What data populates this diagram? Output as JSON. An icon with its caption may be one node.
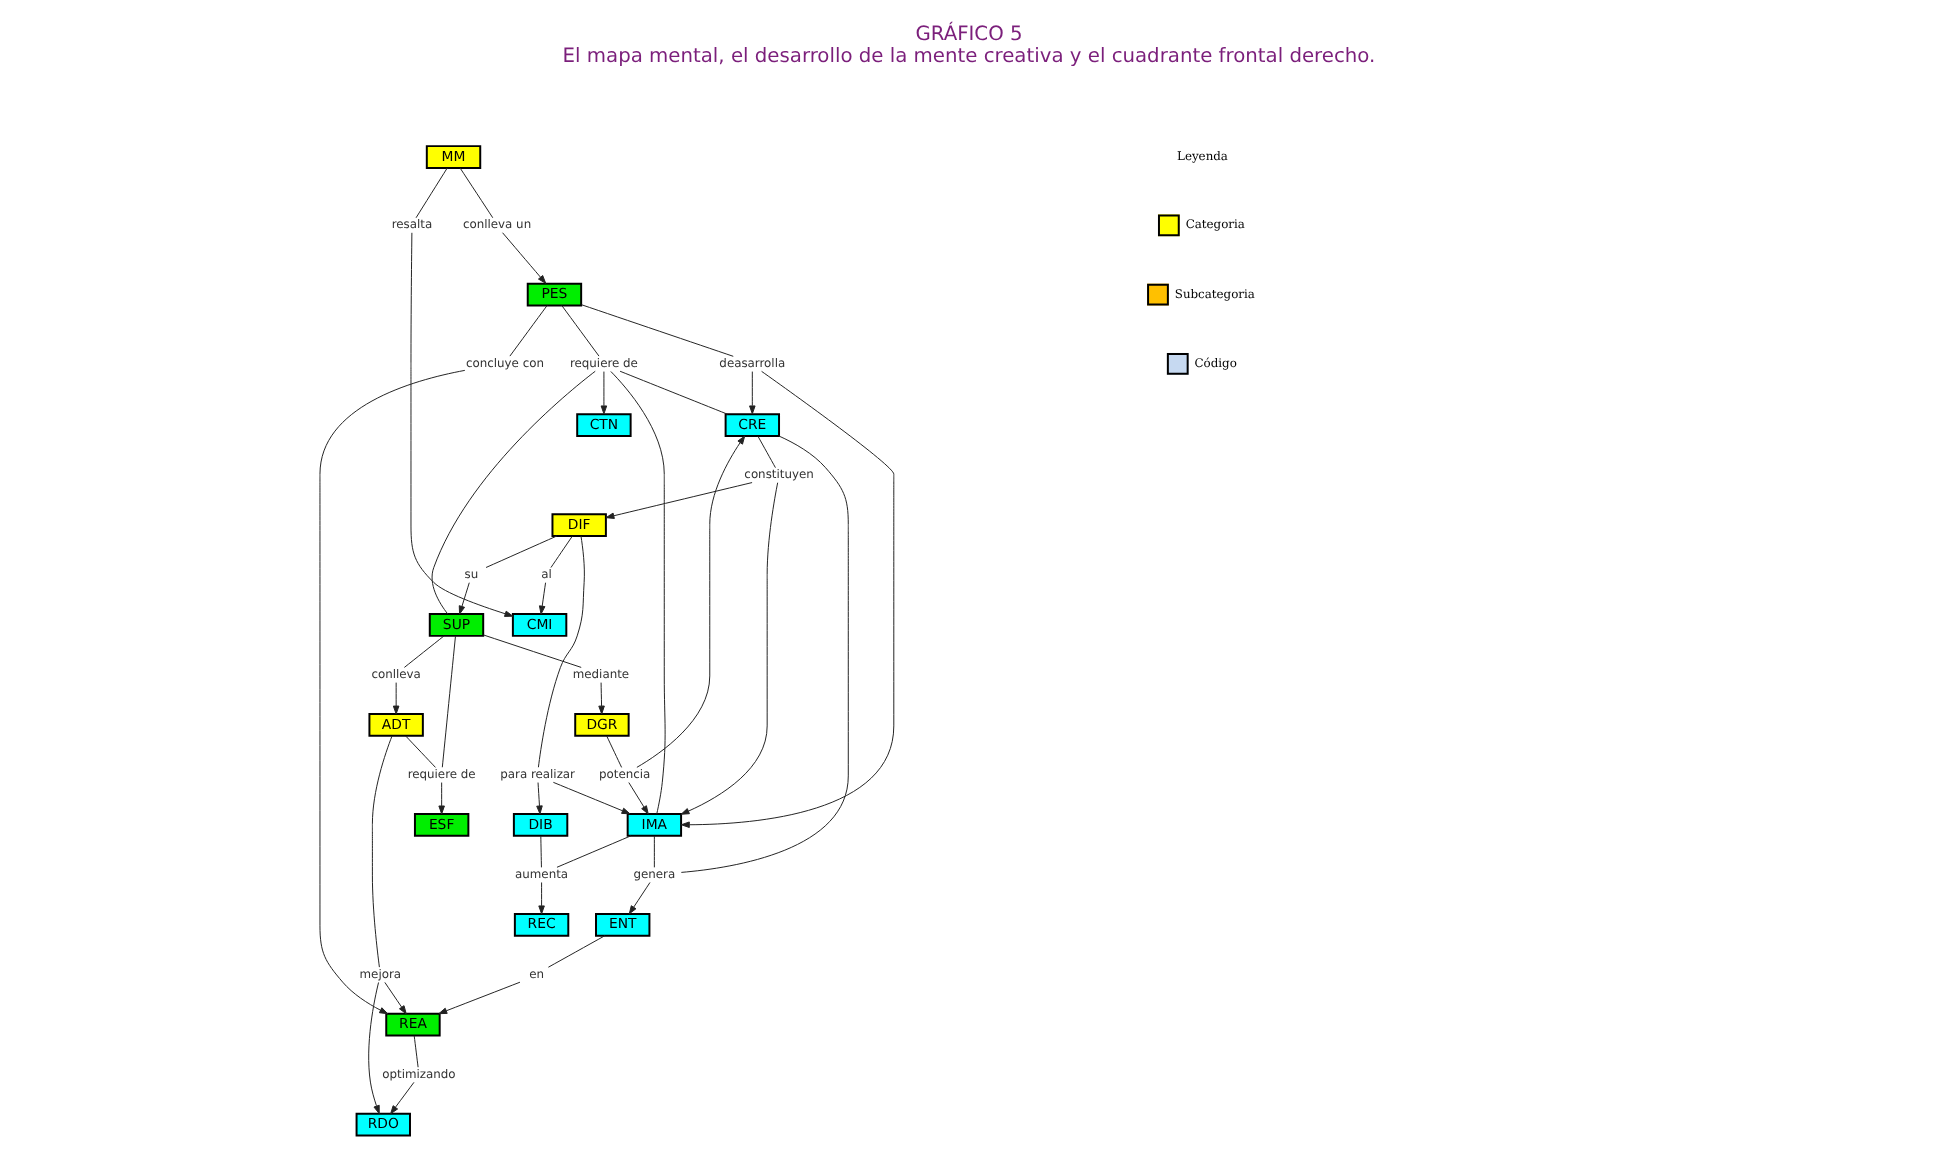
{
  "diagram": {
    "title": "GRÁFICO 5",
    "caption": "El mapa mental, el desarrollo de la mente creativa y el cuadrante frontal derecho.",
    "nodes": [
      {
        "text": [
          "MM"
        ]
      },
      {
        "text": [
          "resalta"
        ]
      },
      {
        "text": [
          "conlleva un"
        ]
      },
      {
        "text": [
          "CMI"
        ]
      },
      {
        "text": [
          "requiere de"
        ]
      },
      {
        "text": [
          "PES"
        ]
      },
      {
        "text": [
          "CTN"
        ]
      },
      {
        "text": [
          "concluye con"
        ]
      },
      {
        "text": [
          "DIB"
        ]
      },
      {
        "text": [
          "CRE"
        ]
      },
      {
        "text": [
          "deasarrolla"
        ]
      },
      {
        "text": [
          "REA"
        ]
      },
      {
        "text": [
          "para realizar"
        ]
      },
      {
        "text": [
          "al"
        ]
      },
      {
        "text": [
          "constituyen"
        ]
      },
      {
        "text": [
          "IMA"
        ]
      },
      {
        "text": [
          "aumenta"
        ]
      },
      {
        "text": [
          "optimizando"
        ]
      },
      {
        "text": [
          "REC"
        ]
      },
      {
        "text": [
          "DIF"
        ]
      },
      {
        "text": [
          "potencia"
        ]
      },
      {
        "text": [
          "RDO"
        ]
      },
      {
        "text": [
          "su"
        ]
      },
      {
        "text": [
          "en"
        ]
      },
      {
        "text": [
          "genera"
        ]
      },
      {
        "text": [
          "ENT"
        ]
      },
      {
        "text": [
          "SUP"
        ]
      },
      {
        "text": [
          "mejora"
        ]
      },
      {
        "text": [
          "conlleva"
        ]
      },
      {
        "text": [
          "mediante"
        ]
      },
      {
        "text": [
          "ADT"
        ]
      },
      {
        "text": [
          "DGR"
        ]
      },
      {
        "text": [
          "requiere de"
        ]
      },
      {
        "text": [
          "ESF"
        ]
      }
    ],
    "edges": [
      {
        "from": 0,
        "to": 1,
        "arrow": "none"
      },
      {
        "from": 1,
        "to": 3,
        "arrow": "to"
      },
      {
        "from": 0,
        "to": 2,
        "arrow": "none"
      },
      {
        "from": 2,
        "to": 5,
        "arrow": "to"
      },
      {
        "from": 5,
        "to": 4,
        "arrow": "none"
      },
      {
        "from": 26,
        "to": 4,
        "arrow": "none"
      },
      {
        "from": 4,
        "to": 6,
        "arrow": "to"
      },
      {
        "from": 4,
        "to": 9,
        "arrow": "none"
      },
      {
        "from": 4,
        "to": 15,
        "arrow": "none"
      },
      {
        "from": 5,
        "to": 7,
        "arrow": "none"
      },
      {
        "from": 7,
        "to": 11,
        "arrow": "to"
      },
      {
        "from": 5,
        "to": 10,
        "arrow": "none"
      },
      {
        "from": 10,
        "to": 9,
        "arrow": "to"
      },
      {
        "from": 10,
        "to": 15,
        "arrow": "to"
      },
      {
        "from": 19,
        "to": 12,
        "arrow": "none"
      },
      {
        "from": 12,
        "to": 8,
        "arrow": "to"
      },
      {
        "from": 12,
        "to": 15,
        "arrow": "to"
      },
      {
        "from": 19,
        "to": 13,
        "arrow": "none"
      },
      {
        "from": 13,
        "to": 3,
        "arrow": "to"
      },
      {
        "from": 9,
        "to": 14,
        "arrow": "none"
      },
      {
        "from": 14,
        "to": 19,
        "arrow": "to"
      },
      {
        "from": 14,
        "to": 15,
        "arrow": "to"
      },
      {
        "from": 8,
        "to": 16,
        "arrow": "none"
      },
      {
        "from": 15,
        "to": 16,
        "arrow": "none"
      },
      {
        "from": 16,
        "to": 18,
        "arrow": "to"
      },
      {
        "from": 31,
        "to": 20,
        "arrow": "none"
      },
      {
        "from": 20,
        "to": 9,
        "arrow": "to"
      },
      {
        "from": 20,
        "to": 15,
        "arrow": "to"
      },
      {
        "from": 19,
        "to": 22,
        "arrow": "none"
      },
      {
        "from": 22,
        "to": 26,
        "arrow": "to"
      },
      {
        "from": 9,
        "to": 24,
        "arrow": "none"
      },
      {
        "from": 15,
        "to": 24,
        "arrow": "none"
      },
      {
        "from": 24,
        "to": 25,
        "arrow": "to"
      },
      {
        "from": 25,
        "to": 23,
        "arrow": "none"
      },
      {
        "from": 23,
        "to": 11,
        "arrow": "to"
      },
      {
        "from": 30,
        "to": 27,
        "arrow": "none"
      },
      {
        "from": 27,
        "to": 11,
        "arrow": "to"
      },
      {
        "from": 27,
        "to": 21,
        "arrow": "to"
      },
      {
        "from": 11,
        "to": 17,
        "arrow": "none"
      },
      {
        "from": 17,
        "to": 21,
        "arrow": "to"
      },
      {
        "from": 26,
        "to": 29,
        "arrow": "none"
      },
      {
        "from": 29,
        "to": 31,
        "arrow": "to"
      },
      {
        "from": 26,
        "to": 28,
        "arrow": "none"
      },
      {
        "from": 28,
        "to": 30,
        "arrow": "to"
      },
      {
        "from": 26,
        "to": 32,
        "arrow": "none"
      },
      {
        "from": 30,
        "to": 32,
        "arrow": "none"
      },
      {
        "from": 32,
        "to": 33,
        "arrow": "to"
      }
    ],
    "labels": [
      "Leyenda"
    ],
    "legend": [
      {
        "text": "Categoria",
        "color": "#ffff00"
      },
      {
        "text": "Subcategoria",
        "color": "#ffc000"
      },
      {
        "text": "Código",
        "color": "#c6d9f1"
      }
    ]
  }
}
